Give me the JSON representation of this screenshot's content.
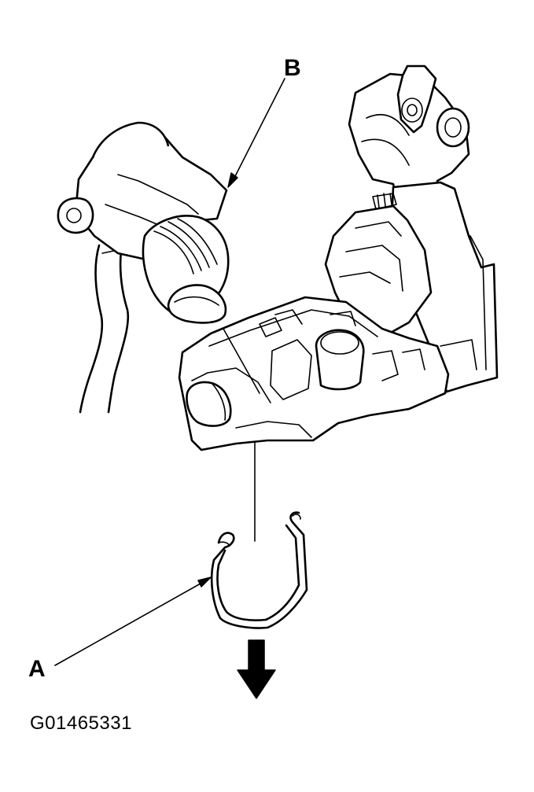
{
  "figure": {
    "code": "G01465331",
    "callouts": [
      {
        "id": "A",
        "text": "A"
      },
      {
        "id": "B",
        "text": "B"
      }
    ]
  },
  "colors": {
    "ink": "#000000",
    "paper": "#ffffff"
  }
}
